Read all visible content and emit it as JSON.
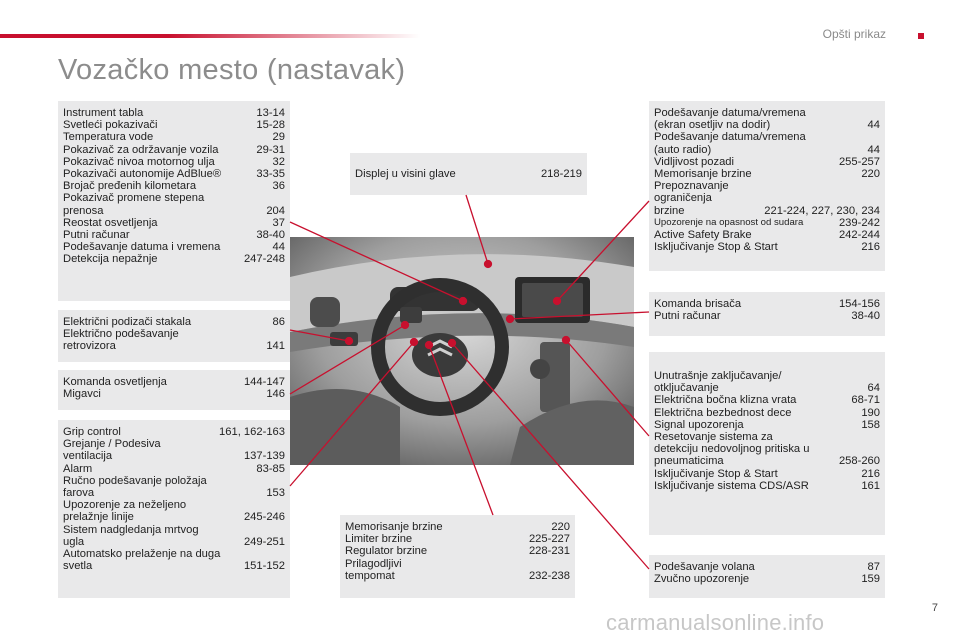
{
  "header": {
    "section": "Opšti prikaz"
  },
  "title": "Vozačko mesto (nastavak)",
  "page_number": "7",
  "watermark": "carmanualsonline.info",
  "boxes": {
    "instrument": [
      {
        "label": "Instrument tabla",
        "pages": "13-14"
      },
      {
        "label": "Svetleći pokazivači",
        "pages": "15-28"
      },
      {
        "label": "Temperatura vode",
        "pages": "29"
      },
      {
        "label": "Pokazivač za održavanje vozila",
        "pages": "29-31"
      },
      {
        "label": "Pokazivač nivoa motornog ulja",
        "pages": "32"
      },
      {
        "label": "Pokazivači autonomije AdBlue®",
        "pages": "33-35"
      },
      {
        "label": "Brojač pređenih kilometara",
        "pages": "36"
      },
      {
        "label": "Pokazivač promene stepena\n   prenosa",
        "pages": "204"
      },
      {
        "label": "Reostat osvetljenja",
        "pages": "37"
      },
      {
        "label": "Putni računar",
        "pages": "38-40"
      },
      {
        "label": "Podešavanje datuma i vremena",
        "pages": "44"
      },
      {
        "label": "Detekcija nepažnje",
        "pages": "247-248"
      }
    ],
    "windows": [
      {
        "label": "Električni podizači stakala",
        "pages": "86"
      },
      {
        "label": "Električno podešavanje\n   retrovizora",
        "pages": "141"
      }
    ],
    "lighting": [
      {
        "label": "Komanda osvetljenja",
        "pages": "144-147"
      },
      {
        "label": "Migavci",
        "pages": "146"
      }
    ],
    "grip": [
      {
        "label": "Grip control",
        "pages": "161, 162-163"
      },
      {
        "label": "Grejanje / Podesiva\n   ventilacija",
        "pages": "137-139"
      },
      {
        "label": "Alarm",
        "pages": "83-85"
      },
      {
        "label": "Ručno podešavanje položaja\n   farova",
        "pages": "153"
      },
      {
        "label": "Upozorenje za neželjeno\n   prelažnje linije",
        "pages": "245-246"
      },
      {
        "label": "Sistem nadgledanja mrtvog\n   ugla",
        "pages": "249-251"
      },
      {
        "label": "Automatsko prelaženje na duga\n   svetla",
        "pages": "151-152"
      }
    ],
    "hud": [
      {
        "label": "Displej u visini glave",
        "pages": "218-219"
      }
    ],
    "speed": [
      {
        "label": "Memorisanje brzine",
        "pages": "220"
      },
      {
        "label": "Limiter brzine",
        "pages": "225-227"
      },
      {
        "label": "Regulator brzine",
        "pages": "228-231"
      },
      {
        "label": "Prilagodljivi\n   tempomat",
        "pages": "232-238"
      }
    ],
    "datetime": [
      {
        "label": "Podešavanje datuma/vremena\n   (ekran osetljiv na dodir)",
        "pages": "44"
      },
      {
        "label": "Podešavanje datuma/vremena\n   (auto radio)",
        "pages": "44"
      },
      {
        "label": "Vidljivost pozadi",
        "pages": "255-257"
      },
      {
        "label": "Memorisanje brzine",
        "pages": "220"
      },
      {
        "label": "Prepoznavanje ograničenja\n   brzine",
        "pages": "221-224, 227, 230, 234"
      },
      {
        "label": "Upozorenje na opasnost od sudara",
        "pages": "239-242",
        "small": true
      },
      {
        "label": "Active Safety Brake",
        "pages": "242-244"
      },
      {
        "label": "Isključivanje Stop & Start",
        "pages": "216"
      }
    ],
    "wipers": [
      {
        "label": "Komanda brisača",
        "pages": "154-156"
      },
      {
        "label": "Putni računar",
        "pages": "38-40"
      }
    ],
    "locking": [
      {
        "label": "Unutrašnje zaključavanje/\n   otključavanje",
        "pages": "64"
      },
      {
        "label": "Električna bočna klizna vrata",
        "pages": "68-71"
      },
      {
        "label": "Električna bezbednost dece",
        "pages": "190"
      },
      {
        "label": "Signal upozorenja",
        "pages": "158"
      },
      {
        "label": "Resetovanje sistema za\n   detekciju nedovoljnog pritiska u\n   pneumaticima",
        "pages": "258-260"
      },
      {
        "label": "Isključivanje Stop & Start",
        "pages": "216"
      },
      {
        "label": "Isključivanje sistema CDS/ASR",
        "pages": "161"
      }
    ],
    "steering": [
      {
        "label": "Podešavanje volana",
        "pages": "87"
      },
      {
        "label": "Zvučno upozorenje",
        "pages": "159"
      }
    ]
  },
  "colors": {
    "accent": "#c8102e",
    "box_bg": "#e9e9ea",
    "title": "#8c8c8c"
  }
}
